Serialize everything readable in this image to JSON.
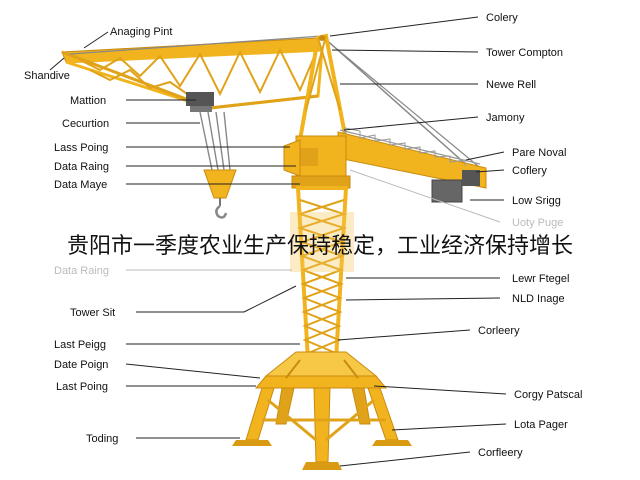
{
  "headline": "贵阳市一季度农业生产保持稳定，工业经济保持增长",
  "colors": {
    "steel": "#F2B41E",
    "steel_dark": "#C98A10",
    "cable": "#888888",
    "counterweight": "#666666",
    "leader": "#222222"
  },
  "labels_left": [
    {
      "id": "anaging-pint",
      "text": "Anaging Pint"
    },
    {
      "id": "shandive",
      "text": "Shandive"
    },
    {
      "id": "mattion",
      "text": "Mattion"
    },
    {
      "id": "cecurtion",
      "text": "Cecurtion"
    },
    {
      "id": "lass-poing",
      "text": "Lass Poing"
    },
    {
      "id": "data-raing-1",
      "text": "Data Raing"
    },
    {
      "id": "data-maye",
      "text": "Data Maye"
    },
    {
      "id": "data-raing-2",
      "text": "Data Raing"
    },
    {
      "id": "tower-sit",
      "text": "Tower Sit"
    },
    {
      "id": "last-peigg",
      "text": "Last Peigg"
    },
    {
      "id": "date-poign",
      "text": "Date Poign"
    },
    {
      "id": "last-poing",
      "text": "Last Poing"
    },
    {
      "id": "toding",
      "text": "Toding"
    }
  ],
  "labels_right": [
    {
      "id": "colery",
      "text": "Colery"
    },
    {
      "id": "tower-compton",
      "text": "Tower Compton"
    },
    {
      "id": "newe-rell",
      "text": "Newe Rell"
    },
    {
      "id": "jamony",
      "text": "Jamony"
    },
    {
      "id": "pare-noval",
      "text": "Pare Noval"
    },
    {
      "id": "coflery",
      "text": "Coflery"
    },
    {
      "id": "low-srigg",
      "text": "Low Srigg"
    },
    {
      "id": "uoty-puge",
      "text": "Uoty Puge"
    },
    {
      "id": "lewr-ftegel",
      "text": "Lewr Ftegel"
    },
    {
      "id": "nld-inage",
      "text": "NLD Inage"
    },
    {
      "id": "corleery",
      "text": "Corleery"
    },
    {
      "id": "corgy-patscal",
      "text": "Corgy Patscal"
    },
    {
      "id": "lota-pager",
      "text": "Lota Pager"
    },
    {
      "id": "corfleery",
      "text": "Corfleery"
    }
  ]
}
